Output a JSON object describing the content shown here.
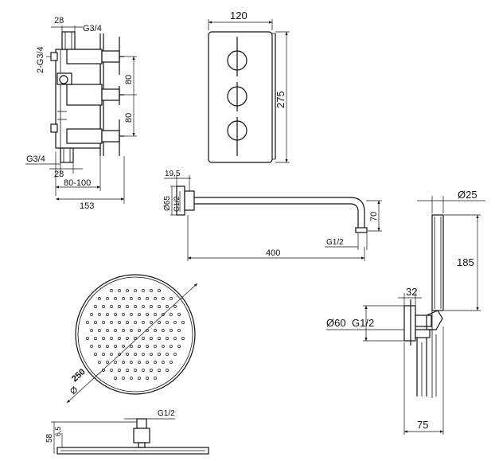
{
  "labels": {
    "valve_top_width": "28",
    "valve_top_thread": "G3/4",
    "valve_side_thread": "2-G3/4",
    "valve_spacing_1": "80",
    "valve_spacing_2": "80",
    "valve_bottom_thread": "G3/4",
    "valve_bottom_width": "28",
    "valve_depth_range": "80-100",
    "valve_total_depth": "153",
    "plate_width": "120",
    "plate_height": "275",
    "arm_flange_depth": "19,5",
    "arm_flange_dia": "Ø65",
    "arm_flange_thread": "G1/2",
    "arm_drop": "70",
    "arm_outlet_thread": "G1/2",
    "arm_length": "400",
    "handshower_dia": "Ø25",
    "handshower_length": "185",
    "holder_depth": "32",
    "holder_dia": "Ø60",
    "holder_thread": "G1/2",
    "holder_width": "75",
    "head_dia_symbol": "Ø",
    "head_dia": "250",
    "head_thread": "G1/2",
    "head_height": "58",
    "head_thickness": "6,5"
  }
}
